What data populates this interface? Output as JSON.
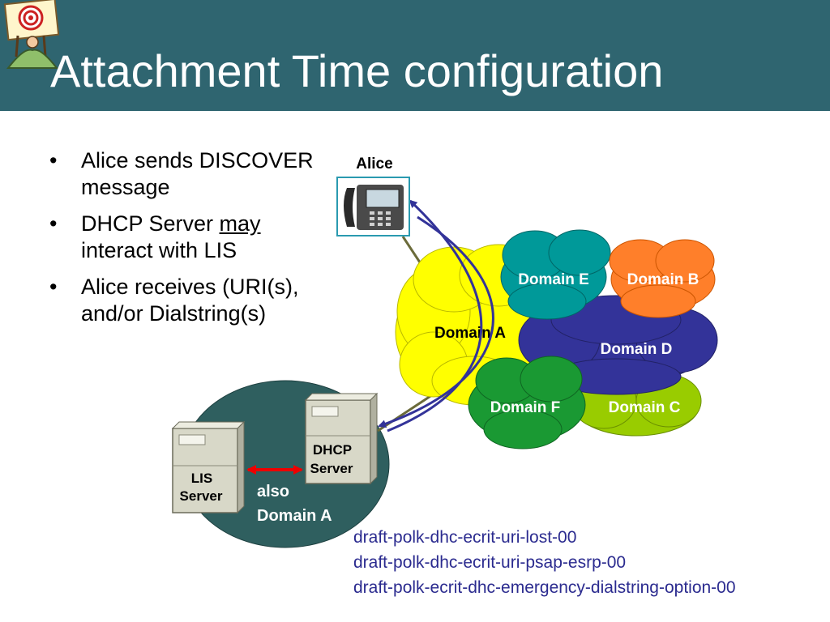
{
  "slide": {
    "title": "Attachment Time configuration",
    "bullets": [
      {
        "text": "Alice sends DISCOVER message"
      },
      {
        "text_before": "DHCP Server ",
        "underlined": "may",
        "text_after": " interact with LIS"
      },
      {
        "text": "Alice receives (URI(s), and/or Dialstring(s)"
      }
    ],
    "references": [
      "draft-polk-dhc-ecrit-uri-lost-00",
      "draft-polk-dhc-ecrit-uri-psap-esrp-00",
      "draft-polk-ecrit-dhc-emergency-dialstring-option-00"
    ]
  },
  "diagram": {
    "alice_label": "Alice",
    "domains": {
      "a": "Domain A",
      "b": "Domain B",
      "c": "Domain C",
      "d": "Domain D",
      "e": "Domain E",
      "f": "Domain F"
    },
    "lis_server": [
      "LIS",
      "Server"
    ],
    "dhcp_server": [
      "DHCP",
      "Server"
    ],
    "also_domain": [
      "also",
      "Domain A"
    ],
    "colors": {
      "header": "#2f6570",
      "domain_a": "#ffff00",
      "domain_b": "#ff7f2a",
      "domain_c": "#99cc00",
      "domain_d": "#333399",
      "domain_e": "#009999",
      "domain_f": "#1a9933",
      "local_network": "#2f5f5f",
      "arrows": "#333399",
      "lis_link": "#ee0000",
      "reference_text": "#2b2b8f"
    }
  }
}
